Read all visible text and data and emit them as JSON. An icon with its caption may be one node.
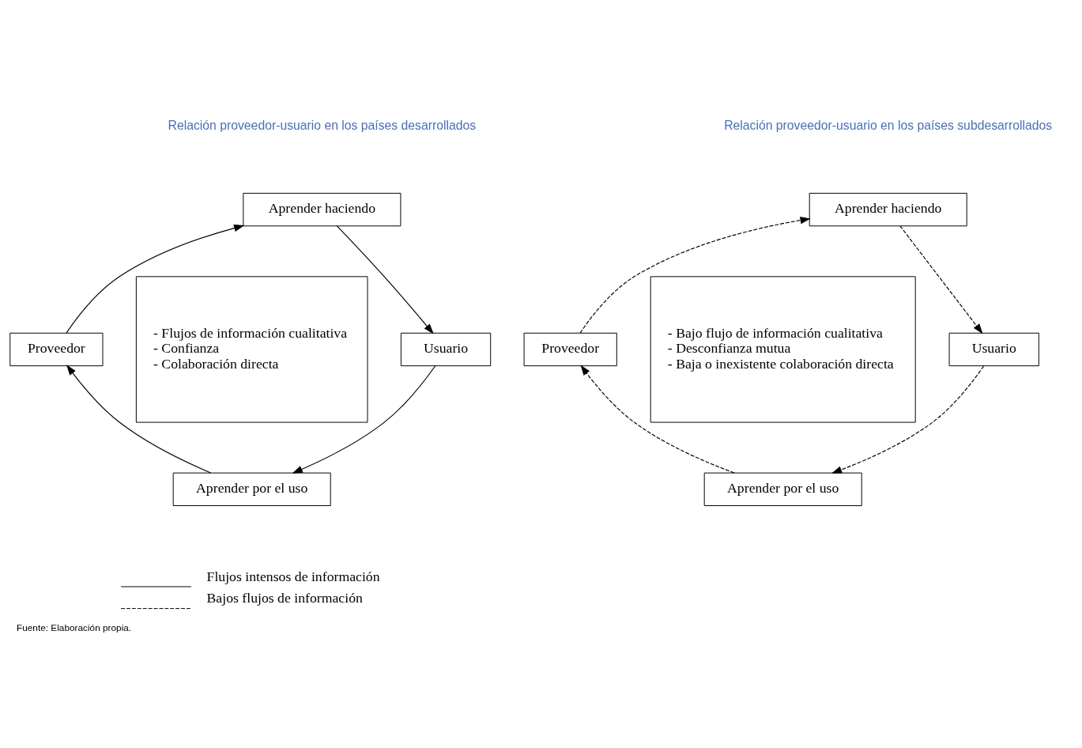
{
  "diagram": {
    "caption": "Fuente: Elaboración propia.",
    "nodes": [
      {
        "text": [
          "Aprender haciendo"
        ]
      },
      {
        "text": [
          "Proveedor"
        ]
      },
      {
        "text": [
          "- Flujos de información cualitativa",
          "- Confianza",
          "- Colaboración directa"
        ]
      },
      {
        "text": [
          "Usuario"
        ]
      },
      {
        "text": [
          "Aprender por el uso"
        ]
      },
      {
        "text": [
          "Aprender haciendo"
        ]
      },
      {
        "text": [
          "Proveedor"
        ]
      },
      {
        "text": [
          "- Bajo flujo de información cualitativa",
          "- Desconfianza mutua",
          "- Baja o inexistente colaboración directa"
        ]
      },
      {
        "text": [
          "Usuario"
        ]
      },
      {
        "text": [
          "Aprender por el uso"
        ]
      }
    ],
    "edges": [
      {
        "from": 1,
        "to": 0,
        "arrow": "to"
      },
      {
        "from": 0,
        "to": 3,
        "arrow": "to"
      },
      {
        "from": 3,
        "to": 4,
        "arrow": "to"
      },
      {
        "from": 4,
        "to": 1,
        "arrow": "to"
      },
      {
        "from": 6,
        "to": 5,
        "arrow": "to",
        "style": "dashed"
      },
      {
        "from": 5,
        "to": 8,
        "arrow": "to",
        "style": "dashed"
      },
      {
        "from": 8,
        "to": 9,
        "arrow": "to",
        "style": "dashed"
      },
      {
        "from": 9,
        "to": 6,
        "arrow": "to",
        "style": "dashed"
      }
    ],
    "labels": [
      "Relación proveedor-usuario en los países desarrollados",
      "Relación proveedor-usuario en los países subdesarrollados"
    ],
    "legend": [
      {
        "text": "Flujos intensos de información"
      },
      {
        "text": "Bajos flujos de información"
      }
    ]
  }
}
